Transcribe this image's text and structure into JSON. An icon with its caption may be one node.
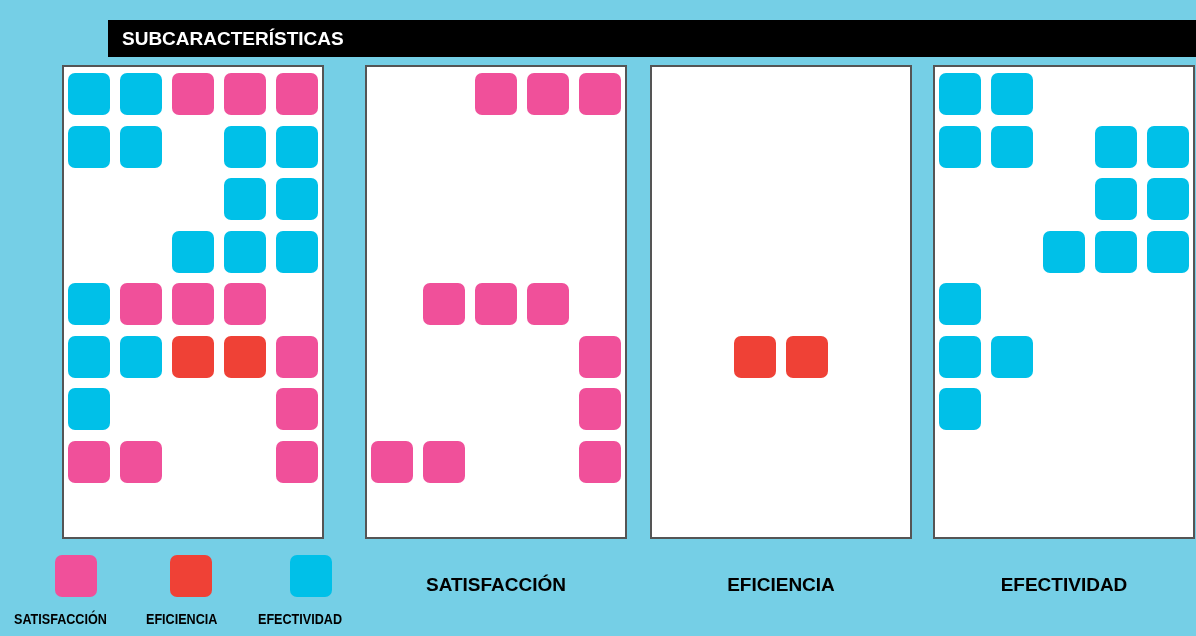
{
  "diagram": {
    "title": "SUBCARACTERÍSTICAS",
    "nodes": [
      {
        "text": [],
        "shape": "box"
      },
      {
        "text": [],
        "shape": "box",
        "beside": [
          "SATISFACCIÓN"
        ]
      },
      {
        "text": [],
        "shape": "box",
        "beside": [
          "EFICIENCIA"
        ]
      },
      {
        "text": [],
        "shape": "box",
        "beside": [
          "EFECTIVIDAD"
        ]
      }
    ],
    "edges": [],
    "legend": [
      {
        "text": "SATISFACCIÓN",
        "color": "#f0509a"
      },
      {
        "text": "EFICIENCIA",
        "color": "#ef4136"
      },
      {
        "text": "EFECTIVIDAD",
        "color": "#00c0e8"
      }
    ]
  }
}
